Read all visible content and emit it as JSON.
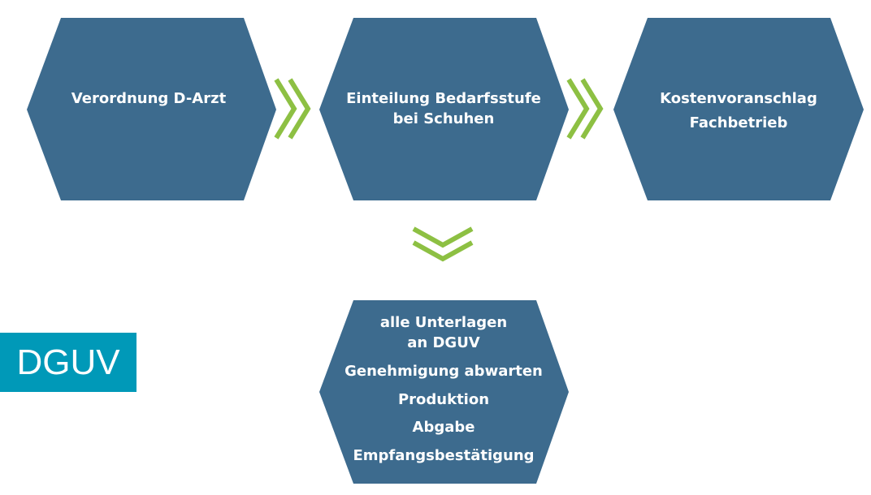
{
  "colors": {
    "hex_fill": "#3d6b8e",
    "arrow": "#8dc043",
    "logo_bg": "#0099b8",
    "text": "#ffffff"
  },
  "steps": [
    {
      "lines": [
        "Verordnung D-Arzt"
      ]
    },
    {
      "lines": [
        "Einteilung Bedarfsstufe",
        "bei Schuhen"
      ]
    },
    {
      "lines": [
        "Kostenvoranschlag",
        "Fachbetrieb"
      ]
    },
    {
      "lines": [
        "alle Unterlagen",
        "an DGUV",
        "Genehmigung abwarten",
        "Produktion",
        "Abgabe",
        "Empfangsbestätigung"
      ]
    }
  ],
  "logo": {
    "text": "DGUV"
  }
}
